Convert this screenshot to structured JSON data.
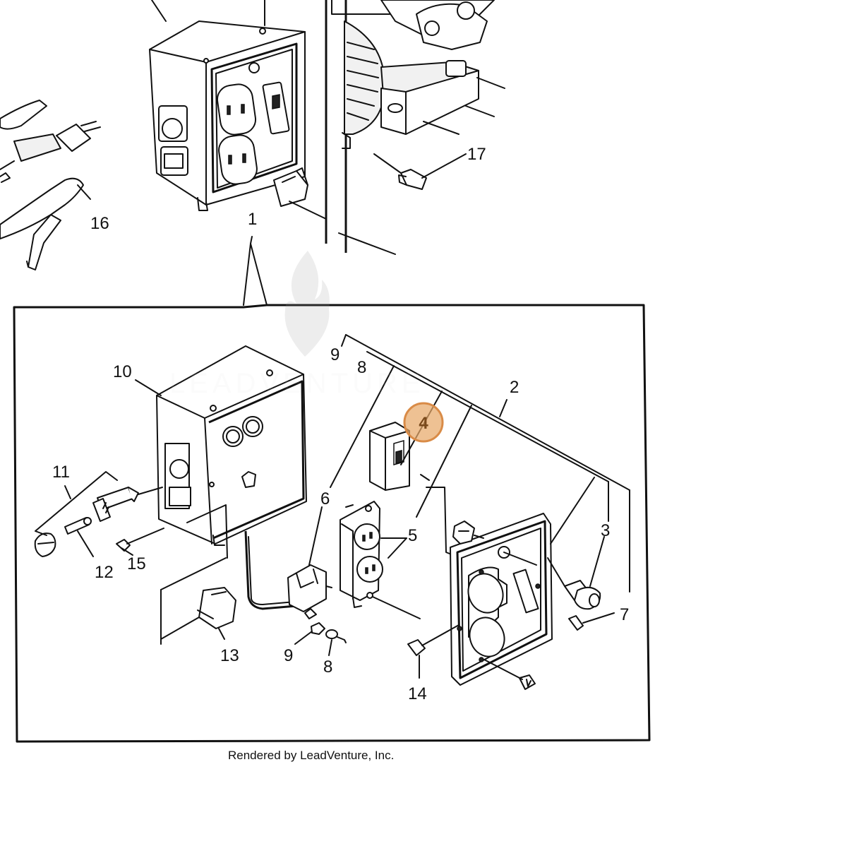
{
  "labels": {
    "p1": "1",
    "p2": "2",
    "p3": "3",
    "p4": "4",
    "p5": "5",
    "p6": "6",
    "p7": "7",
    "p8a": "8",
    "p8b": "8",
    "p9a": "9",
    "p9b": "9",
    "p10": "10",
    "p11": "11",
    "p12": "12",
    "p13": "13",
    "p14": "14",
    "p15": "15",
    "p16": "16",
    "p17": "17"
  },
  "highlight": {
    "part": "4",
    "color": "#e8a96a",
    "ring_color": "#d98b47",
    "text_color": "#7a4a1c"
  },
  "credit": "Rendered by LeadVenture, Inc.",
  "watermark": {
    "text": "LEADVENTURE",
    "logo": "flame-logo-icon"
  }
}
